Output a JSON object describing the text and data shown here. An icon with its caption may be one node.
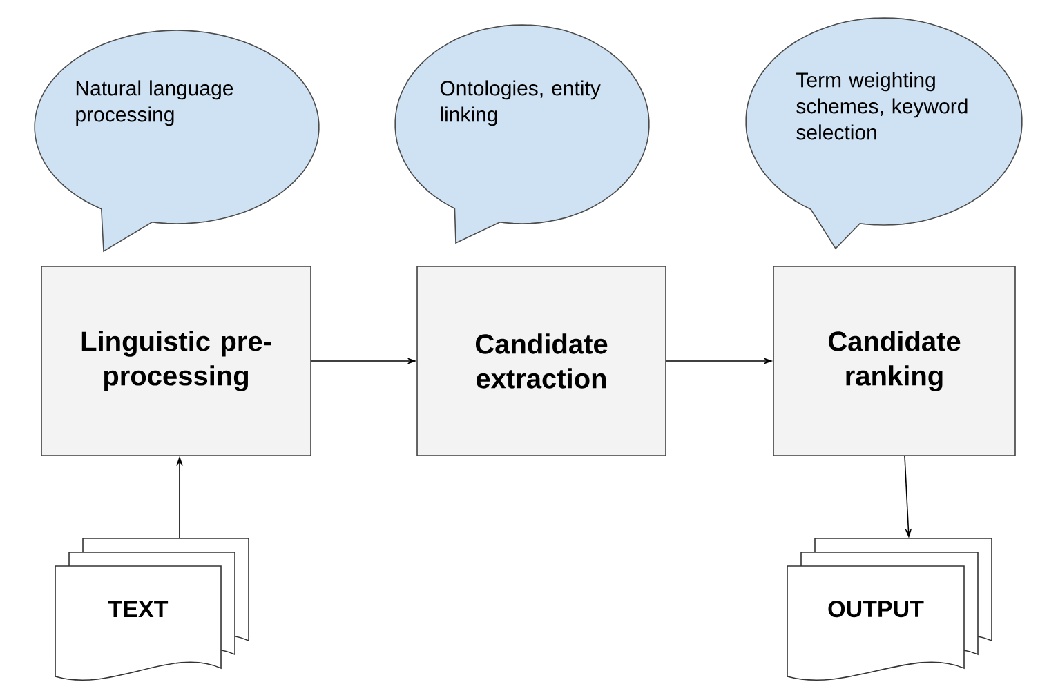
{
  "diagram": {
    "nodes": [
      {
        "text": [
          "Natural language processing"
        ]
      },
      {
        "text": [
          "Ontologies, entity linking"
        ]
      },
      {
        "text": [
          "Term weighting schemes, keyword selection"
        ]
      },
      {
        "text": [
          "Linguistic pre-processing"
        ]
      },
      {
        "text": [
          "Candidate extraction"
        ]
      },
      {
        "text": [
          "Candidate ranking"
        ]
      },
      {
        "text": [
          "TEXT"
        ]
      },
      {
        "text": [
          "OUTPUT"
        ]
      }
    ],
    "edges": [
      {
        "from": 3,
        "to": 4,
        "arrow": "to"
      },
      {
        "from": 4,
        "to": 5,
        "arrow": "to"
      },
      {
        "from": 6,
        "to": 3,
        "arrow": "to"
      },
      {
        "from": 5,
        "to": 7,
        "arrow": "to"
      }
    ]
  }
}
